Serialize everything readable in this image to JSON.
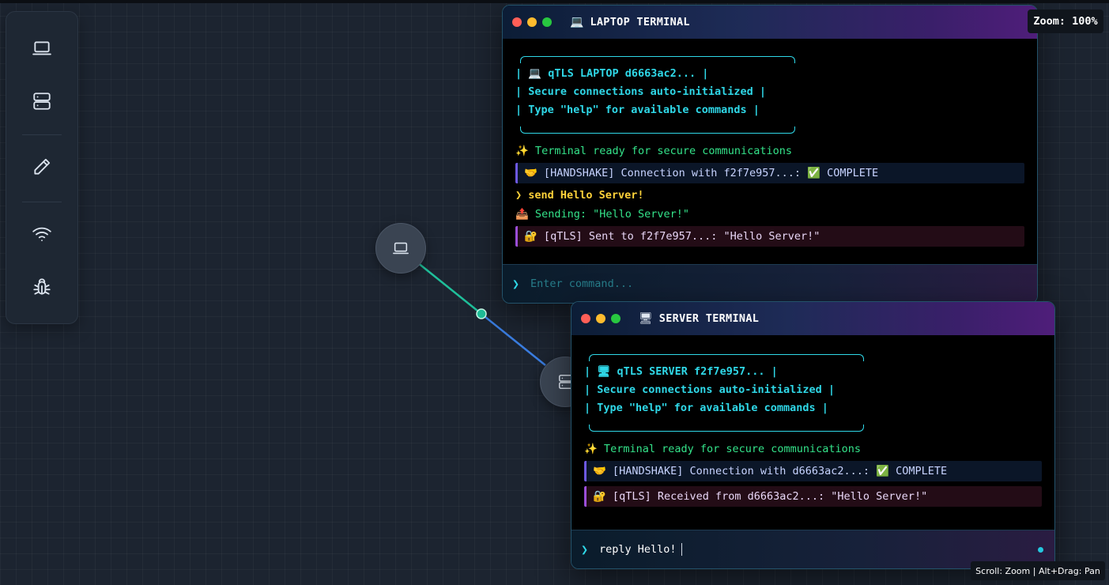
{
  "toolbar": {
    "tools": [
      {
        "name": "laptop-tool",
        "icon": "laptop-icon"
      },
      {
        "name": "server-tool",
        "icon": "server-icon"
      },
      {
        "name": "pencil-tool",
        "icon": "pencil-icon"
      },
      {
        "name": "wifi-tool",
        "icon": "wifi-icon"
      },
      {
        "name": "bug-tool",
        "icon": "bug-icon"
      }
    ]
  },
  "canvas": {
    "zoom_label": "Zoom: 100%",
    "hint": "Scroll: Zoom | Alt+Drag: Pan"
  },
  "laptop_terminal": {
    "icon": "💻",
    "title": "LAPTOP TERMINAL",
    "banner": [
      "| 💻 qTLS LAPTOP d6663ac2... |",
      "| Secure connections auto-initialized |",
      "| Type \"help\" for available commands |"
    ],
    "ready": "✨ Terminal ready for secure communications",
    "handshake": "🤝 [HANDSHAKE] Connection with f2f7e957...: ✅ COMPLETE",
    "command": "❯ send Hello Server!",
    "sending": "📤 Sending: \"Hello Server!\"",
    "sent": "🔐 [qTLS] Sent to f2f7e957...: \"Hello Server!\"",
    "prompt": "❯",
    "placeholder": "Enter command..."
  },
  "server_terminal": {
    "icon": "🖥",
    "title": "SERVER TERMINAL",
    "banner": [
      "| 🖥 qTLS SERVER f2f7e957... |",
      "| Secure connections auto-initialized |",
      "| Type \"help\" for available commands |"
    ],
    "ready": "✨ Terminal ready for secure communications",
    "handshake": "🤝 [HANDSHAKE] Connection with d6663ac2...: ✅ COMPLETE",
    "received": "🔐 [qTLS] Received from d6663ac2...: \"Hello Server!\"",
    "prompt": "❯",
    "input_value": "reply Hello!"
  },
  "colors": {
    "accent_cyan": "#2fd8e8",
    "ready_green": "#34e38a",
    "command_yellow": "#ffd23a",
    "wire_green": "#1fbf9a",
    "wire_blue": "#3a7de0"
  }
}
